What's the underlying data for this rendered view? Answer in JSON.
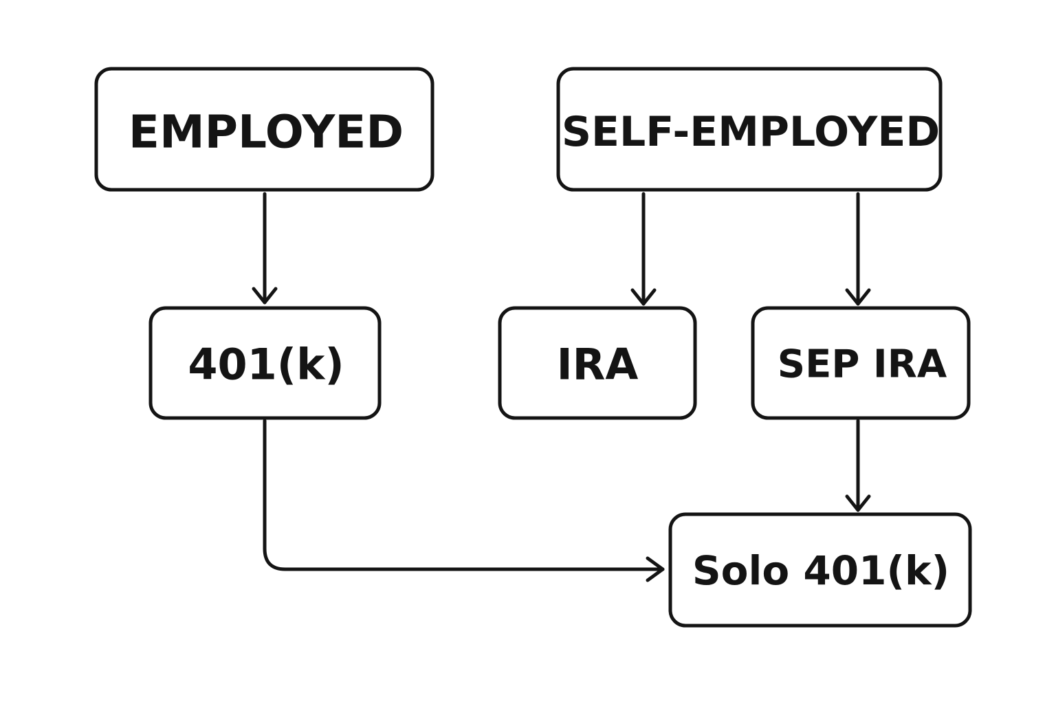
{
  "diagram": {
    "nodes": [
      {
        "id": "employed",
        "label": "EMPLOYED"
      },
      {
        "id": "self_employed",
        "label": "SELF-EMPLOYED"
      },
      {
        "id": "k401",
        "label": "401(k)"
      },
      {
        "id": "ira",
        "label": "IRA"
      },
      {
        "id": "sep_ira",
        "label": "SEP IRA"
      },
      {
        "id": "solo_401k",
        "label": "Solo 401(k)"
      }
    ],
    "edges": [
      {
        "from": "employed",
        "to": "k401"
      },
      {
        "from": "self_employed",
        "to": "ira"
      },
      {
        "from": "self_employed",
        "to": "sep_ira"
      },
      {
        "from": "sep_ira",
        "to": "solo_401k"
      },
      {
        "from": "k401",
        "to": "solo_401k"
      }
    ]
  },
  "colors": {
    "stroke": "#141414",
    "background": "#ffffff"
  }
}
